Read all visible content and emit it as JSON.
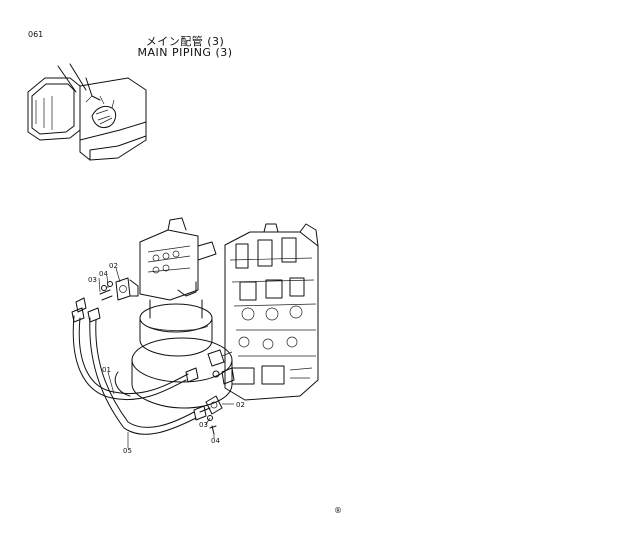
{
  "header": {
    "page_code": "061",
    "title_jp": "メイン配管 (3)",
    "title_en": "MAIN PIPING (3)"
  },
  "callouts": {
    "c01": "01",
    "c02a": "02",
    "c02b": "02",
    "c03a": "03",
    "c03b": "03",
    "c04a": "04",
    "c04b": "04",
    "c05": "05"
  },
  "footer": {
    "mark": "®"
  }
}
